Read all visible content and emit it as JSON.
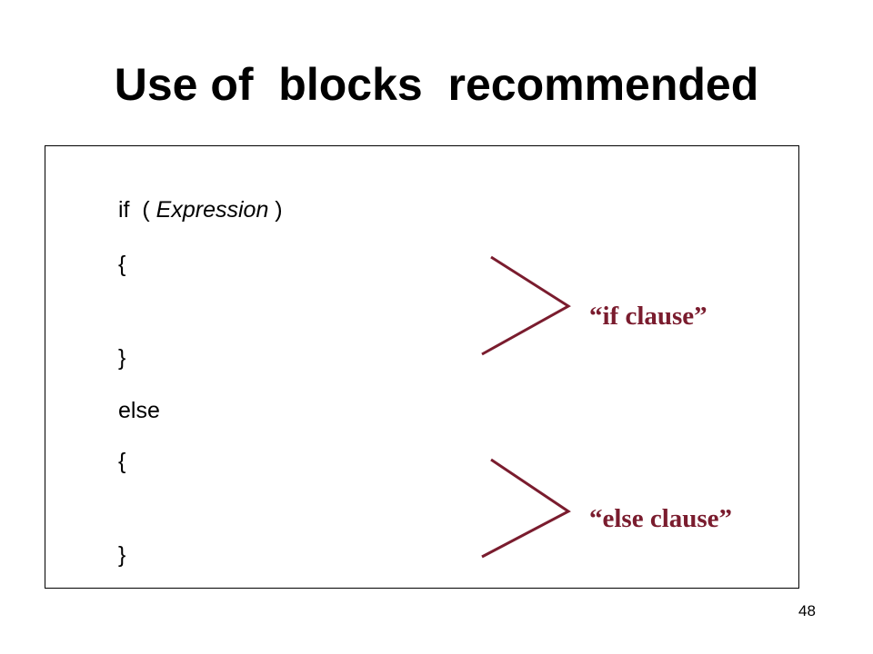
{
  "slide": {
    "title": "Use of  blocks  recommended",
    "page_number": "48",
    "accent_color": "#7a1c2e"
  },
  "code": {
    "if_keyword": "if  ( ",
    "expression": "Expression",
    "if_close": " )",
    "open_brace_1": "{",
    "close_brace_1": "}",
    "else_keyword": "else",
    "open_brace_2": "{",
    "close_brace_2": "}"
  },
  "annotations": {
    "if_clause": "“if clause”",
    "else_clause": "“else clause”"
  }
}
